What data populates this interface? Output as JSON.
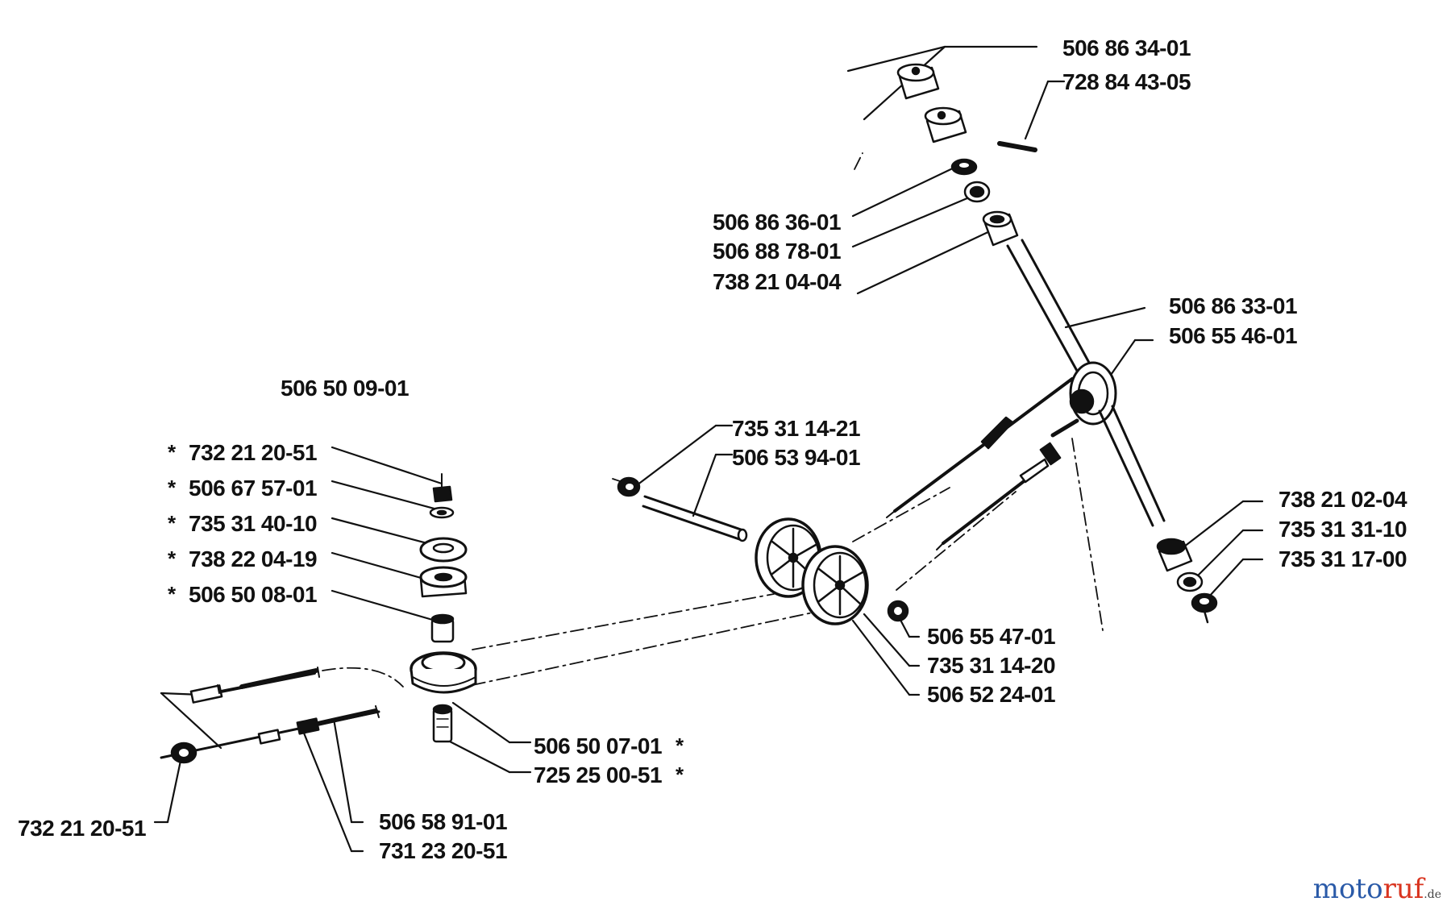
{
  "diagram": {
    "group_label": "506 50 09-01",
    "labels": {
      "l1": "506 86 34-01",
      "l2": "728 84 43-05",
      "l3": "506 86 36-01",
      "l4": "506 88 78-01",
      "l5": "738 21 04-04",
      "l6": "506 86 33-01",
      "l7": "506 55 46-01",
      "l8": "735 31 14-21",
      "l9": "506 53 94-01",
      "l10": "738 21 02-04",
      "l11": "735 31 31-10",
      "l12": "735 31 17-00",
      "l13": "506 55 47-01",
      "l14": "735 31 14-20",
      "l15": "506 52 24-01",
      "l16": "732 21 20-51",
      "l17": "506 67 57-01",
      "l18": "735 31 40-10",
      "l19": "738 22 04-19",
      "l20": "506 50 08-01",
      "l21": "506 50 07-01",
      "l22": "725 25 00-51",
      "l23": "732 21 20-51",
      "l24": "506 58 91-01",
      "l25": "731 23 20-51"
    },
    "asterisk": "*"
  },
  "watermark": {
    "part1": "moto",
    "part2": "ruf",
    "suffix": ".de"
  }
}
